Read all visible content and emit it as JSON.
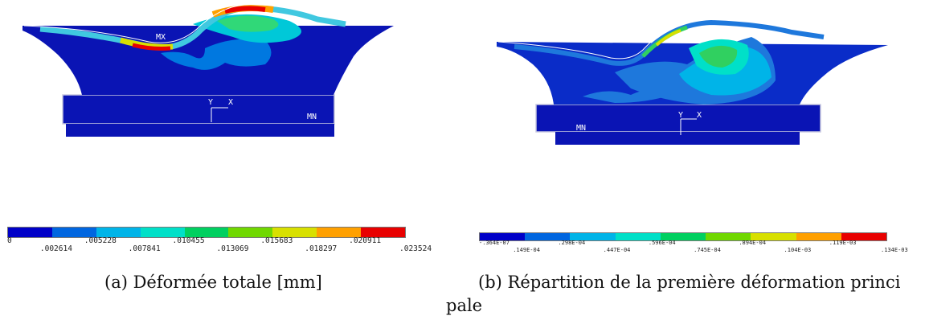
{
  "figures": [
    {
      "caption": "(a) Déformée totale [mm]",
      "mx_label": "MX",
      "mn_label": "MN",
      "axis_y": "Y",
      "axis_x": "X",
      "legend": {
        "colors": [
          "#0000c8",
          "#0066e0",
          "#00b4e8",
          "#00e0c8",
          "#00d060",
          "#70d800",
          "#d8e000",
          "#ffa000",
          "#e80000"
        ],
        "ticks": [
          "0",
          ".002614",
          ".005228",
          ".007841",
          ".010455",
          ".013069",
          ".015683",
          ".018297",
          ".020911",
          ".023524"
        ]
      }
    },
    {
      "caption_line1": "(b) Répartition de la première déformation princi",
      "caption_line2": "pale",
      "mn_label": "MN",
      "axis_y": "Y",
      "axis_x": "X",
      "legend": {
        "colors": [
          "#0000c8",
          "#0066e0",
          "#00b4e8",
          "#00e0c8",
          "#00d060",
          "#70d800",
          "#d8e000",
          "#ffa000",
          "#e80000"
        ],
        "ticks": [
          "-.364E-07",
          ".149E-04",
          ".298E-04",
          ".447E-04",
          ".596E-04",
          ".745E-04",
          ".894E-04",
          ".104E-03",
          ".119E-03",
          ".134E-03"
        ]
      }
    }
  ]
}
